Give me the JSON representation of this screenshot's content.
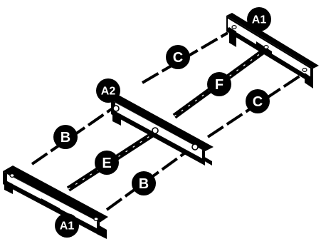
{
  "colors": {
    "ink": "#000000",
    "paper": "#ffffff"
  },
  "parts": {
    "a1_top": "A1",
    "a1_bottom": "A1",
    "a2": "A2",
    "c_top": "C",
    "c_right": "C",
    "f": "F",
    "b_left": "B",
    "b_bottom": "B",
    "e": "E"
  }
}
